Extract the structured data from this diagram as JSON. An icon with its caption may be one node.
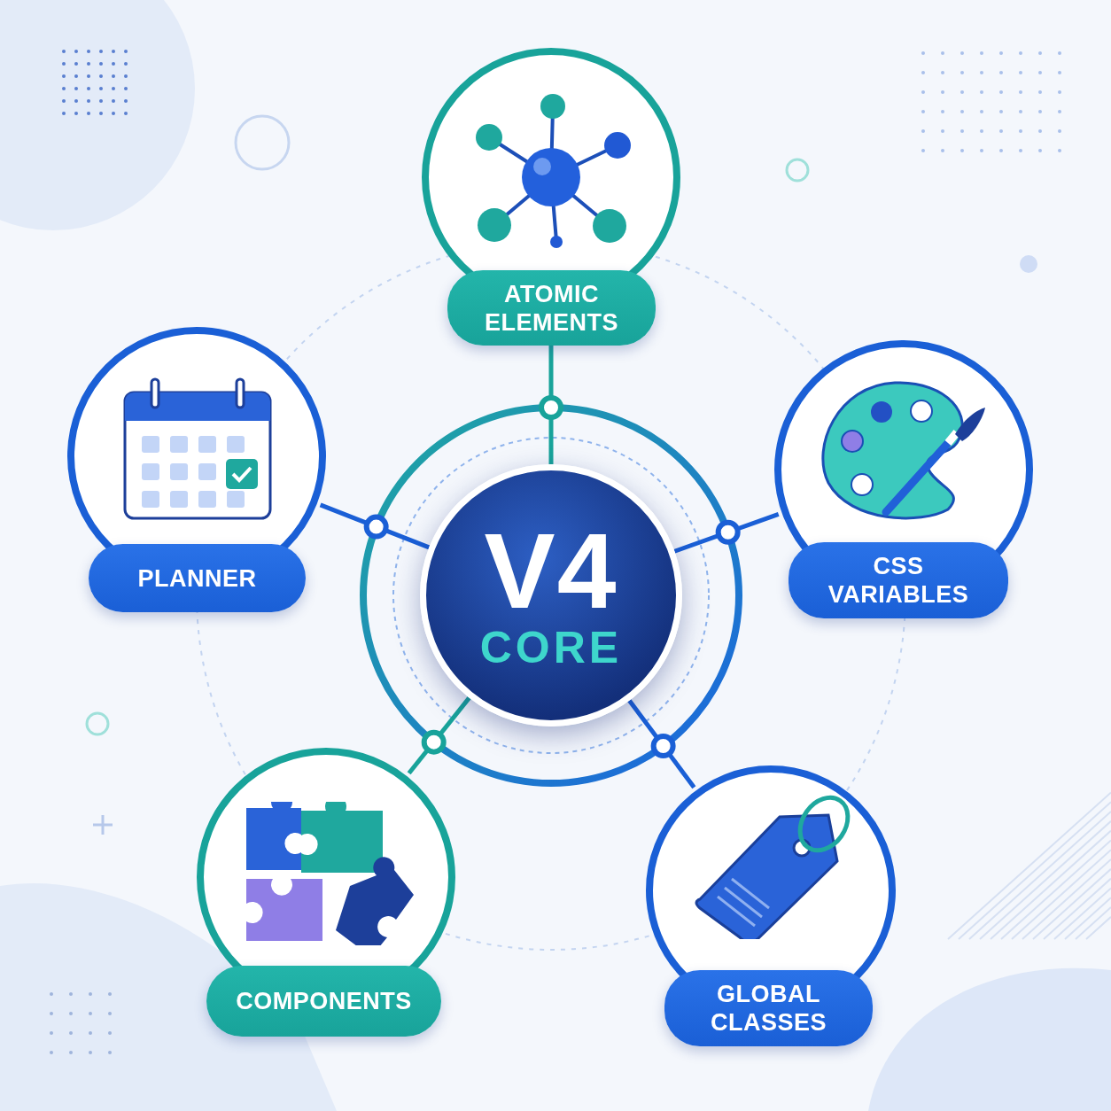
{
  "diagram": {
    "nodes": [
      {
        "text": [
          "V4",
          "CORE"
        ]
      },
      {
        "text": [
          "ATOMIC ELEMENTS"
        ]
      },
      {
        "text": [
          "PLANNER"
        ]
      },
      {
        "text": [
          "CSS VARIABLES"
        ]
      },
      {
        "text": [
          "COMPONENTS"
        ]
      },
      {
        "text": [
          "GLOBAL CLASSES"
        ]
      }
    ],
    "edges": [
      {
        "from": 0,
        "to": 1,
        "arrow": "none",
        "color": "#18a39a"
      },
      {
        "from": 0,
        "to": 2,
        "arrow": "none"
      },
      {
        "from": 0,
        "to": 3,
        "arrow": "none"
      },
      {
        "from": 0,
        "to": 4,
        "arrow": "none",
        "color": "#18a39a"
      },
      {
        "from": 0,
        "to": 5,
        "arrow": "none"
      }
    ]
  }
}
